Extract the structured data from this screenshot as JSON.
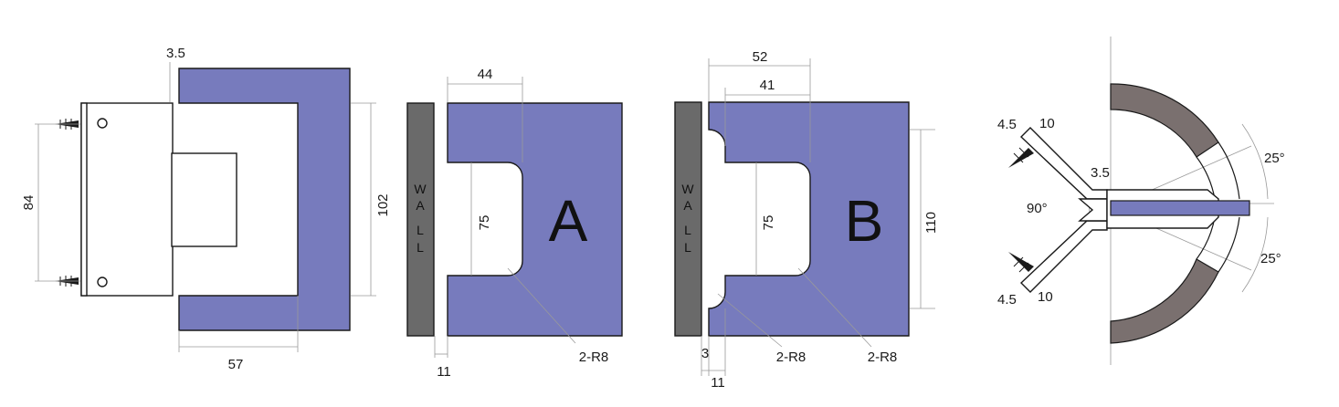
{
  "colors": {
    "glass": "#777bbd",
    "wall": "#6a6a6a",
    "arc": "#7a706f",
    "line": "#1a1a1a",
    "dim": "#9a9a9a"
  },
  "fig1": {
    "d_top": "3.5",
    "d_left": "84",
    "d_right": "102",
    "d_bottom": "57"
  },
  "figA": {
    "letter": "A",
    "wall": [
      "W",
      "A",
      "L",
      "L"
    ],
    "d_top": "44",
    "d_mid": "75",
    "d_bottom": "11",
    "d_radius": "2-R8"
  },
  "figB": {
    "letter": "B",
    "wall": [
      "W",
      "A",
      "L",
      "L"
    ],
    "d_top1": "52",
    "d_top2": "41",
    "d_mid": "75",
    "d_right": "110",
    "d_bottom1": "3",
    "d_bottom2": "11",
    "d_radius1": "2-R8",
    "d_radius2": "2-R8"
  },
  "figD": {
    "d_top_a": "4.5",
    "d_top_b": "10",
    "d_mid": "3.5",
    "d_angle": "90°",
    "d_bot_a": "4.5",
    "d_bot_b": "10",
    "d_ang_top": "25°",
    "d_ang_bot": "25°"
  }
}
